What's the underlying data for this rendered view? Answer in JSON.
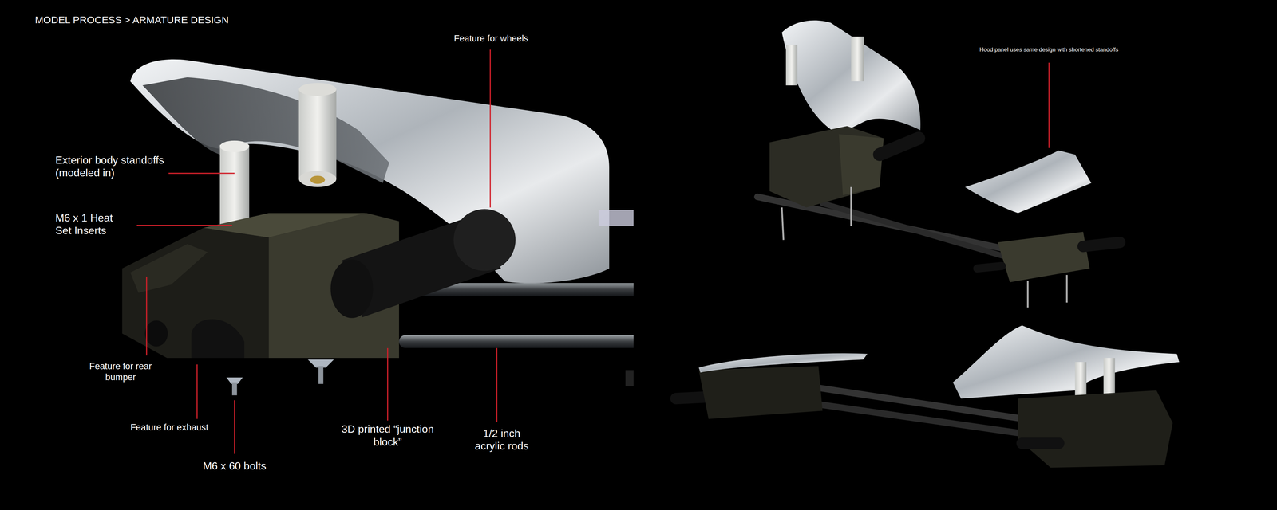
{
  "diagram": {
    "title": "MODEL PROCESS > ARMATURE DESIGN",
    "labels": [
      "Feature for wheels",
      "Exterior body standoffs (modeled in)",
      "M6 x 1 Heat Set Inserts",
      "Feature for rear bumper",
      "Feature for exhaust",
      "M6 x 60 bolts",
      "3D printed “junction block”",
      "1/2 inch acrylic rods",
      "Hood panel uses same design with shortened standoffs"
    ]
  }
}
